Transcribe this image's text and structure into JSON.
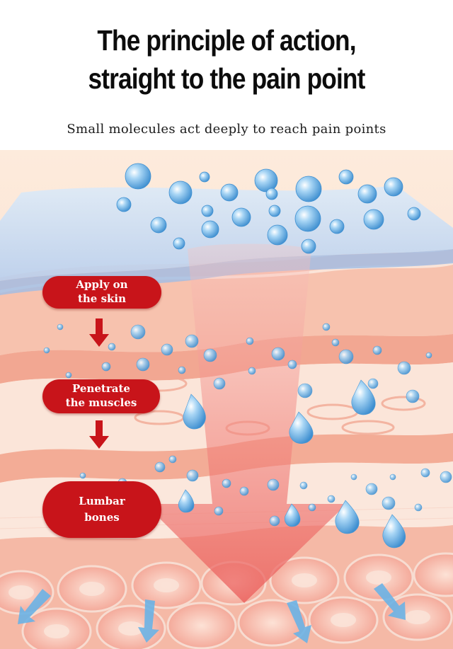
{
  "header": {
    "title_line1": "The principle of action,",
    "title_line2": "straight to the pain point",
    "subtitle": "Small molecules act deeply to reach pain points"
  },
  "steps": [
    {
      "line1": "Apply on",
      "line2": "the skin"
    },
    {
      "line1": "Penetrate",
      "line2": "the muscles"
    },
    {
      "line1": "Lumbar",
      "line2": "bones"
    }
  ],
  "colors": {
    "pill": "#c8141a",
    "title": "#0c0c0c",
    "droplet": "#5aa8e0",
    "skin": "#f6c8b4",
    "penetration_arrow": "#f07a78"
  }
}
